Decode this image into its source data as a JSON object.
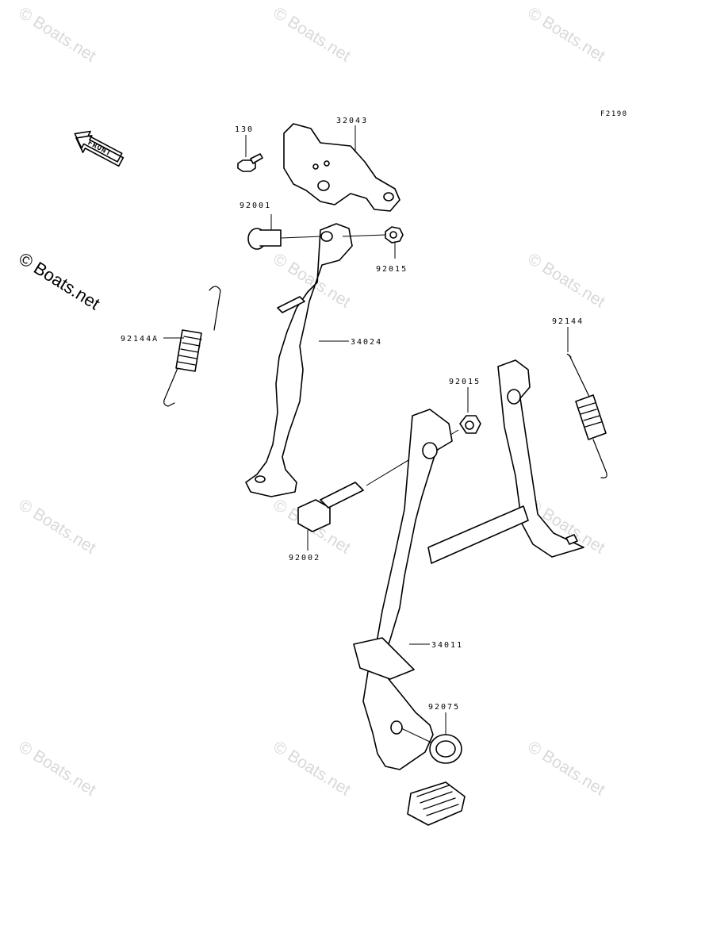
{
  "diagram": {
    "reference_code": "F2190",
    "front_label": "FRONT",
    "copyright_label": "© Boats.net",
    "watermark_text": "© Boats.net",
    "line_color": "#000000",
    "watermark_color": "#d9d9d9",
    "callouts": {
      "c130": "130",
      "c32043": "32043",
      "c92001": "92001",
      "c92015a": "92015",
      "c34024": "34024",
      "c92144a": "92144A",
      "c92144": "92144",
      "c92015b": "92015",
      "c92002": "92002",
      "c34011": "34011",
      "c92075": "92075"
    }
  }
}
